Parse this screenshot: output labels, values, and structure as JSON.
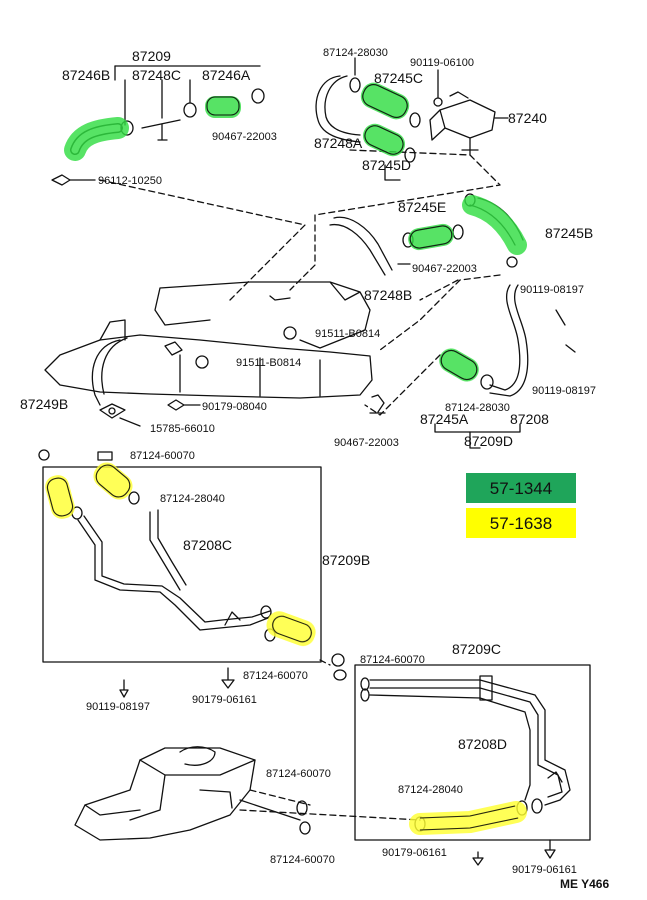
{
  "colors": {
    "green": "#1fa55a",
    "yellow": "#ffff00",
    "hl_green": "#33dd44",
    "hl_yellow": "#ffff33",
    "ink": "#111111"
  },
  "legend": [
    {
      "code": "57-1344",
      "color": "#1fa55a"
    },
    {
      "code": "57-1638",
      "color": "#ffff00"
    }
  ],
  "labels": {
    "l87209": "87209",
    "l87246b": "87246B",
    "l87248c": "87248C",
    "l87246a": "87246A",
    "l90467a": "90467-22003",
    "l96112": "96112-10250",
    "l87124_28030a": "87124-28030",
    "l90119_06100": "90119-06100",
    "l87245c": "87245C",
    "l87240": "87240",
    "l87248a": "87248A",
    "l87245d": "87245D",
    "l87245e": "87245E",
    "l87245b": "87245B",
    "l90467b": "90467-22003",
    "l87248b": "87248B",
    "l90119_08197a": "90119-08197",
    "l91511a": "91511-B0814",
    "l91511b": "91511-B0814",
    "l90119_08197b": "90119-08197",
    "l87249b": "87249B",
    "l90179_08040": "90179-08040",
    "l15785": "15785-66010",
    "l87124_28030b": "87124-28030",
    "l87245a": "87245A",
    "l87208b": "87208",
    "l87209d": "87209D",
    "l90467c": "90467-22003",
    "l87124_60070a": "87124-60070",
    "l87124_28040a": "87124-28040",
    "l87208c": "87208C",
    "l87209b": "87209B",
    "l87124_60070b": "87124-60070",
    "l87124_60070c": "87124-60070",
    "l90119_08197c": "90119-08197",
    "l90179_06161a": "90179-06161",
    "l87209c": "87209C",
    "l87208d": "87208D",
    "l87124_60070d": "87124-60070",
    "l87124_28040b": "87124-28040",
    "l87124_60070e": "87124-60070",
    "l90179_06161b": "90179-06161",
    "l90179_06161c": "90179-06161",
    "me_code": "ME Y466"
  }
}
